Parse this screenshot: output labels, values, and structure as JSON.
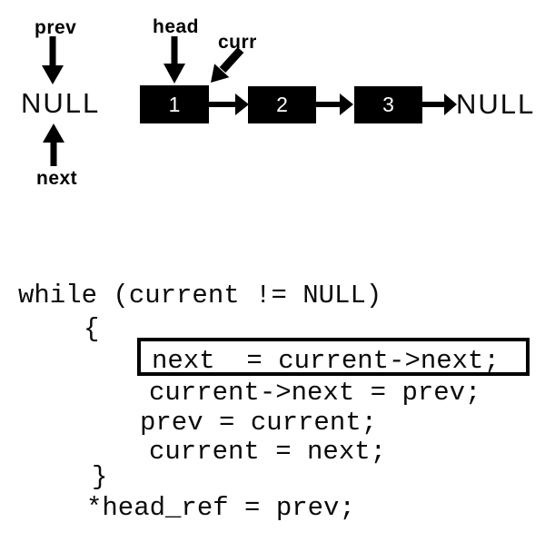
{
  "diagram": {
    "pointer_labels": {
      "prev": "prev",
      "head": "head",
      "curr": "curr",
      "next": "next"
    },
    "null_left": "NULL",
    "null_right": "NULL",
    "nodes": [
      {
        "label": "1"
      },
      {
        "label": "2"
      },
      {
        "label": "3"
      }
    ],
    "colors": {
      "node_fill": "#000000",
      "node_text": "#ffffff",
      "arrow": "#000000",
      "background": "#ffffff",
      "text": "#000000"
    }
  },
  "code": {
    "lines": [
      "while (current != NULL)",
      "{",
      "next  = current->next;",
      "current->next = prev;",
      "prev = current;",
      "current = next;",
      "}",
      "*head_ref = prev;"
    ],
    "highlighted_line": "next  = current->next;",
    "highlighted_line_index": 2
  }
}
